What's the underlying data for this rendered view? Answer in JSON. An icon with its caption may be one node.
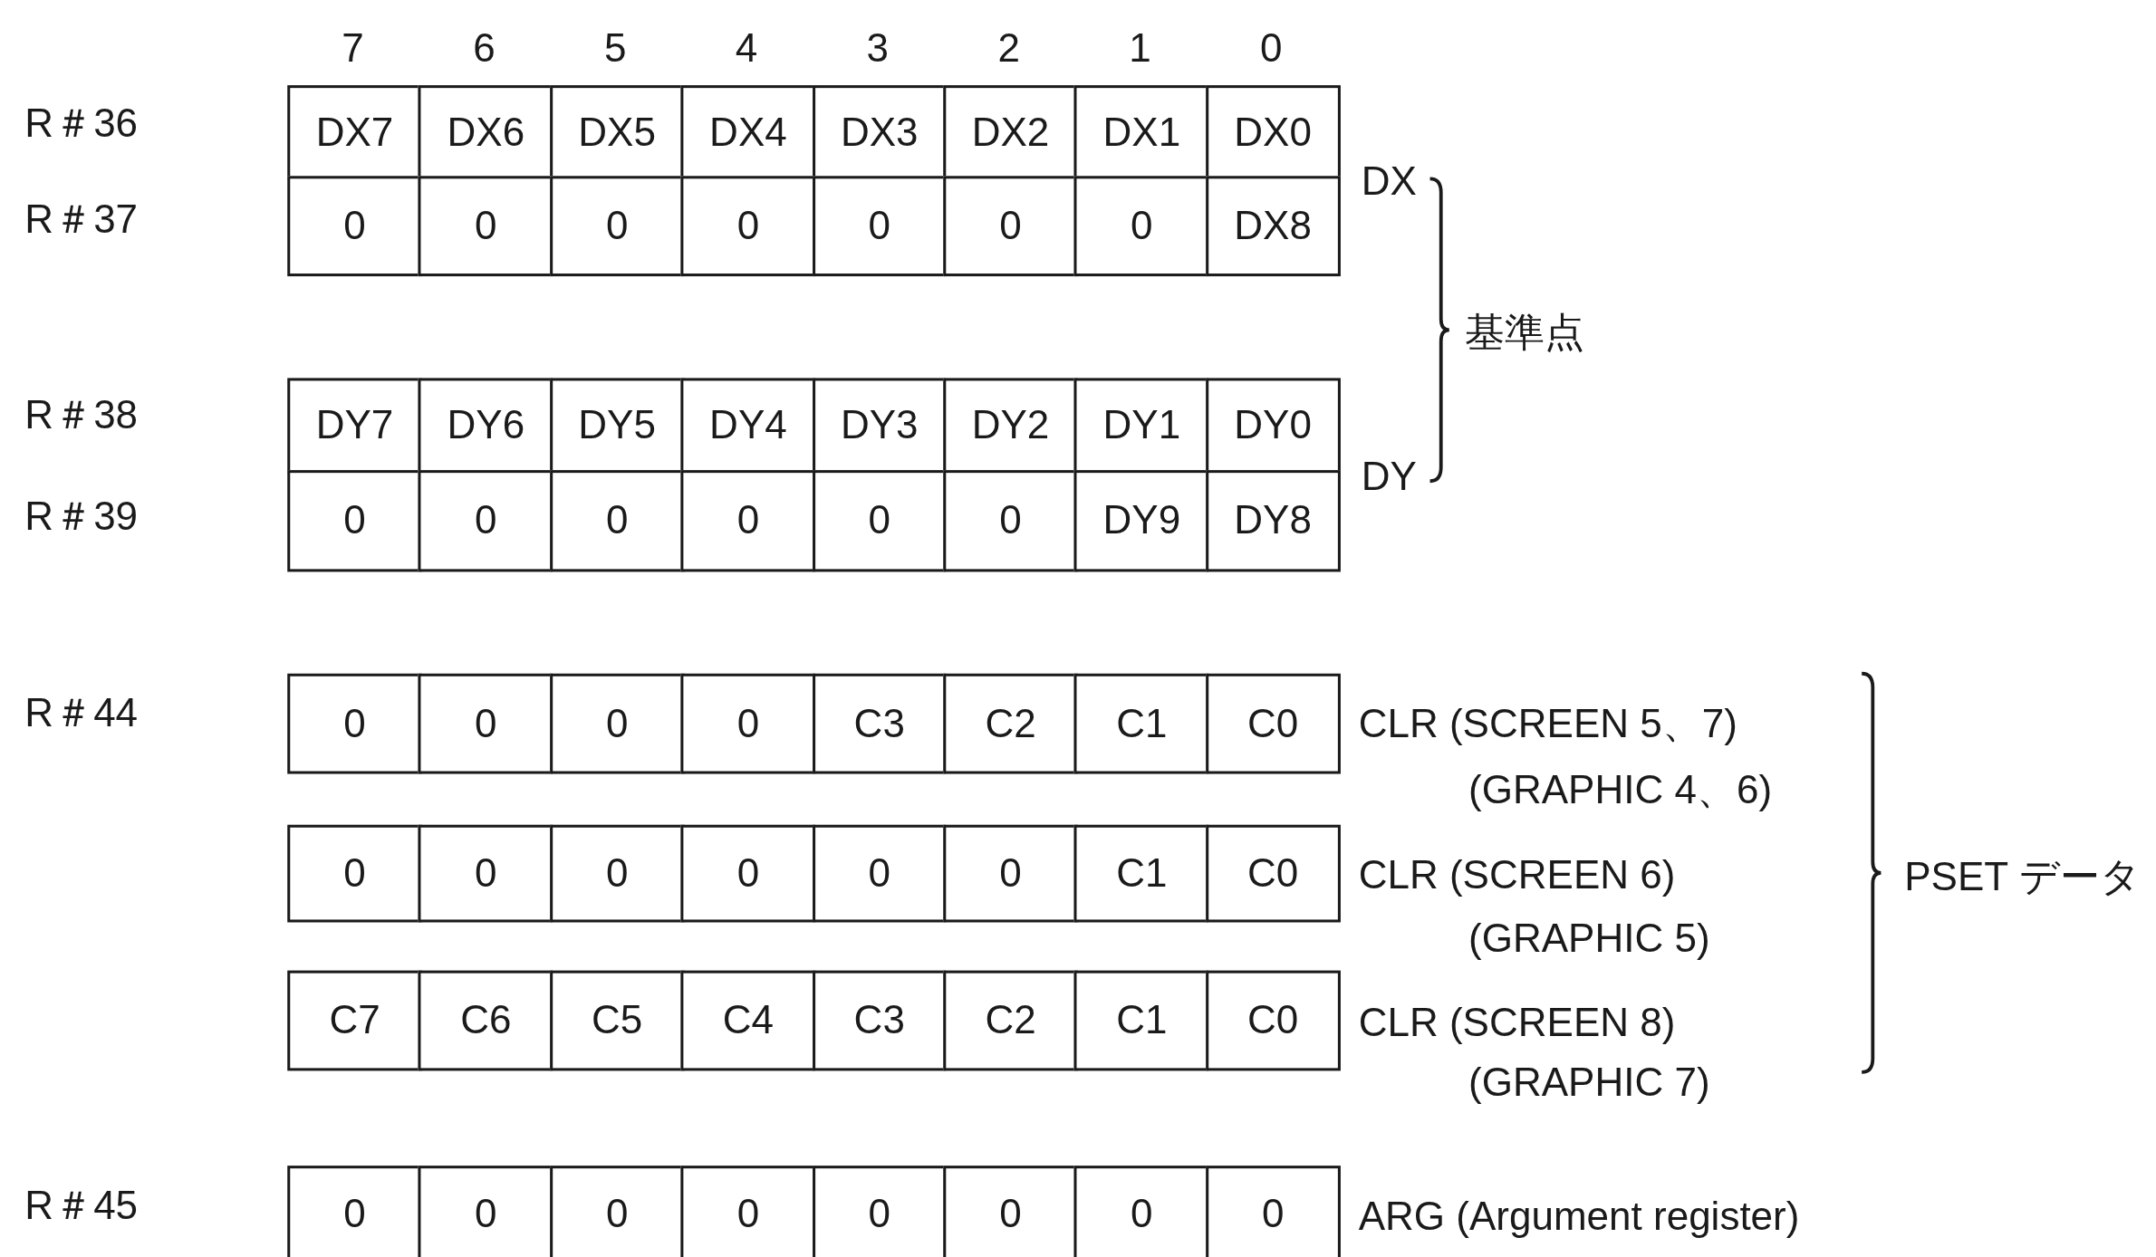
{
  "diagram": {
    "labels": [
      "7",
      "6",
      "5",
      "4",
      "3",
      "2",
      "1",
      "0",
      "R＃36",
      "DX7",
      "DX6",
      "DX5",
      "DX4",
      "DX3",
      "DX2",
      "DX1",
      "DX0",
      "R＃37",
      "0",
      "0",
      "0",
      "0",
      "0",
      "0",
      "0",
      "DX8",
      "DX",
      "基準点",
      "R＃38",
      "DY7",
      "DY6",
      "DY5",
      "DY4",
      "DY3",
      "DY2",
      "DY1",
      "DY0",
      "R＃39",
      "0",
      "0",
      "0",
      "0",
      "0",
      "0",
      "DY9",
      "DY8",
      "DY",
      "R＃44",
      "0",
      "0",
      "0",
      "0",
      "C3",
      "C2",
      "C1",
      "C0",
      "CLR (SCREEN 5、7)",
      "(GRAPHIC 4、6)",
      "0",
      "0",
      "0",
      "0",
      "0",
      "0",
      "C1",
      "C0",
      "CLR (SCREEN 6)",
      "(GRAPHIC 5)",
      "PSET データ",
      "C7",
      "C6",
      "C5",
      "C4",
      "C3",
      "C2",
      "C1",
      "C0",
      "CLR (SCREEN 8)",
      "(GRAPHIC 7)",
      "R＃45",
      "0",
      "0",
      "0",
      "0",
      "0",
      "0",
      "0",
      "0",
      "ARG (Argument register)"
    ]
  }
}
